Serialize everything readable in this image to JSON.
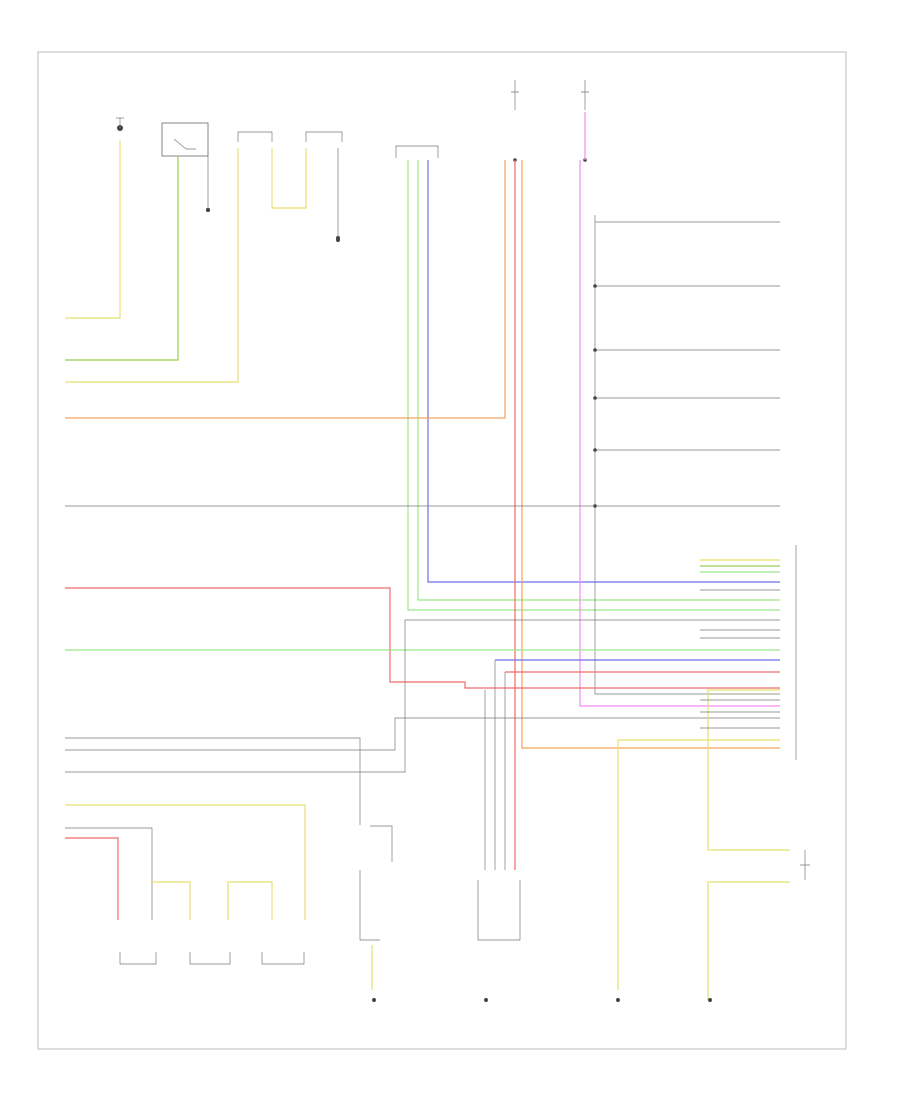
{
  "diagram": {
    "colors": {
      "yellow": "#e6e070",
      "green": "#9ad14a",
      "orange": "#f2a25a",
      "red": "#ef6a6a",
      "blue": "#6f6fee",
      "pink": "#f28cf0",
      "lightgreen": "#9be88a",
      "gray": "#666666"
    },
    "page_number": "",
    "components": [
      {
        "key": "comp-1",
        "label": ""
      },
      {
        "key": "comp-2",
        "label": ""
      },
      {
        "key": "comp-3",
        "label": ""
      },
      {
        "key": "comp-4",
        "label": ""
      },
      {
        "key": "comp-5",
        "label": ""
      },
      {
        "key": "comp-6",
        "label": ""
      },
      {
        "key": "comp-7",
        "label": ""
      },
      {
        "key": "comp-8",
        "label": ""
      }
    ],
    "grounds": [
      {
        "key": "g1"
      },
      {
        "key": "g2"
      },
      {
        "key": "g3"
      },
      {
        "key": "g4"
      },
      {
        "key": "g5"
      },
      {
        "key": "g6"
      }
    ]
  }
}
